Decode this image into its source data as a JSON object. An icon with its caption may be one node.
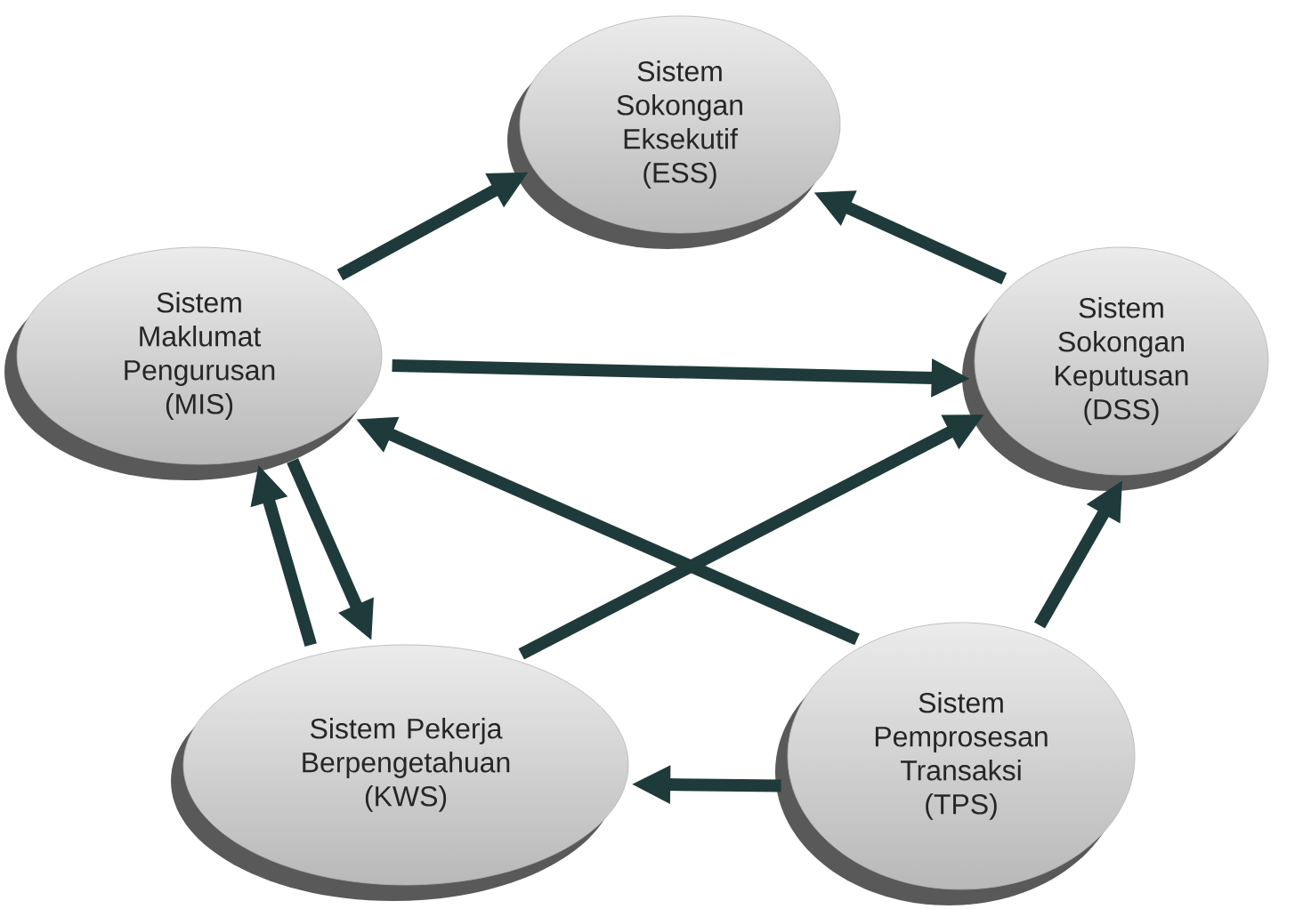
{
  "diagram": {
    "nodes": [
      {
        "text": [
          "Sistem Sokongan Eksekutif (ESS)"
        ]
      },
      {
        "text": [
          "Sistem Maklumat Pengurusan (MIS)"
        ]
      },
      {
        "text": [
          "Sistem Sokongan Keputusan (DSS)"
        ]
      },
      {
        "text": [
          "Sistem Pekerja Berpengetahuan (KWS)"
        ]
      },
      {
        "text": [
          "Sistem Pemprosesan Transaksi (TPS)"
        ]
      }
    ],
    "edges": [
      {
        "from": 1,
        "to": 0,
        "arrow": "to"
      },
      {
        "from": 2,
        "to": 0,
        "arrow": "to"
      },
      {
        "from": 1,
        "to": 2,
        "arrow": "to"
      },
      {
        "from": 4,
        "to": 1,
        "arrow": "to"
      },
      {
        "from": 3,
        "to": 2,
        "arrow": "to"
      },
      {
        "from": 1,
        "to": 3,
        "arrow": "to"
      },
      {
        "from": 3,
        "to": 1,
        "arrow": "to"
      },
      {
        "from": 4,
        "to": 2,
        "arrow": "to"
      },
      {
        "from": 4,
        "to": 3,
        "arrow": "to"
      }
    ]
  }
}
